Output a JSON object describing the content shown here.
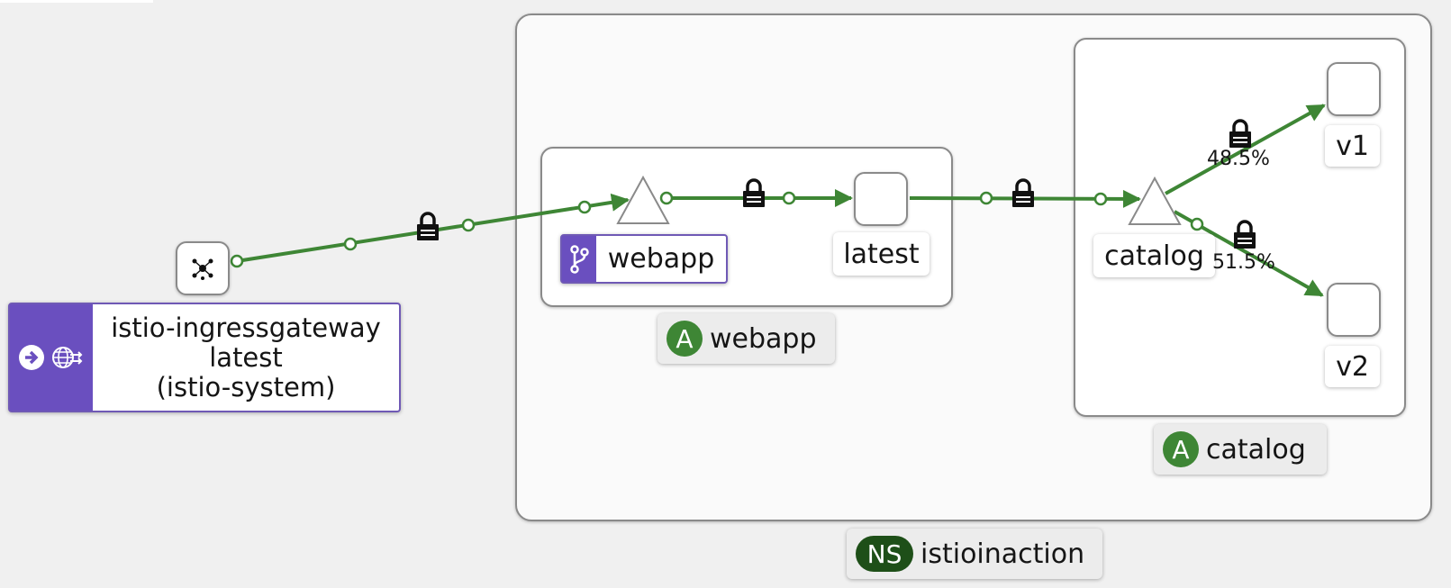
{
  "colors": {
    "edge": "#3e8635",
    "service_purple": "#6a4fbf",
    "app_badge": "#3e8635",
    "namespace_badge": "#1e4f18"
  },
  "namespace": {
    "badge": "NS",
    "name": "istioinaction"
  },
  "apps": {
    "webapp": {
      "badge": "A",
      "name": "webapp"
    },
    "catalog": {
      "badge": "A",
      "name": "catalog"
    }
  },
  "nodes": {
    "gateway": {
      "icon": "cluster-nodes-icon",
      "line1": "istio-ingressgateway",
      "line2": "latest",
      "line3": "(istio-system)",
      "stripe_icons": [
        "arrow-right-circle-icon",
        "globe-arrows-icon"
      ]
    },
    "webapp_service": {
      "name": "webapp",
      "icon": "code-branch-icon"
    },
    "webapp_latest": {
      "name": "latest"
    },
    "catalog_service": {
      "name": "catalog"
    },
    "catalog_v1": {
      "name": "v1"
    },
    "catalog_v2": {
      "name": "v2"
    }
  },
  "edges": {
    "to_v1_percent": "48.5%",
    "to_v2_percent": "51.5%",
    "mtls_icon": "lock-icon"
  }
}
